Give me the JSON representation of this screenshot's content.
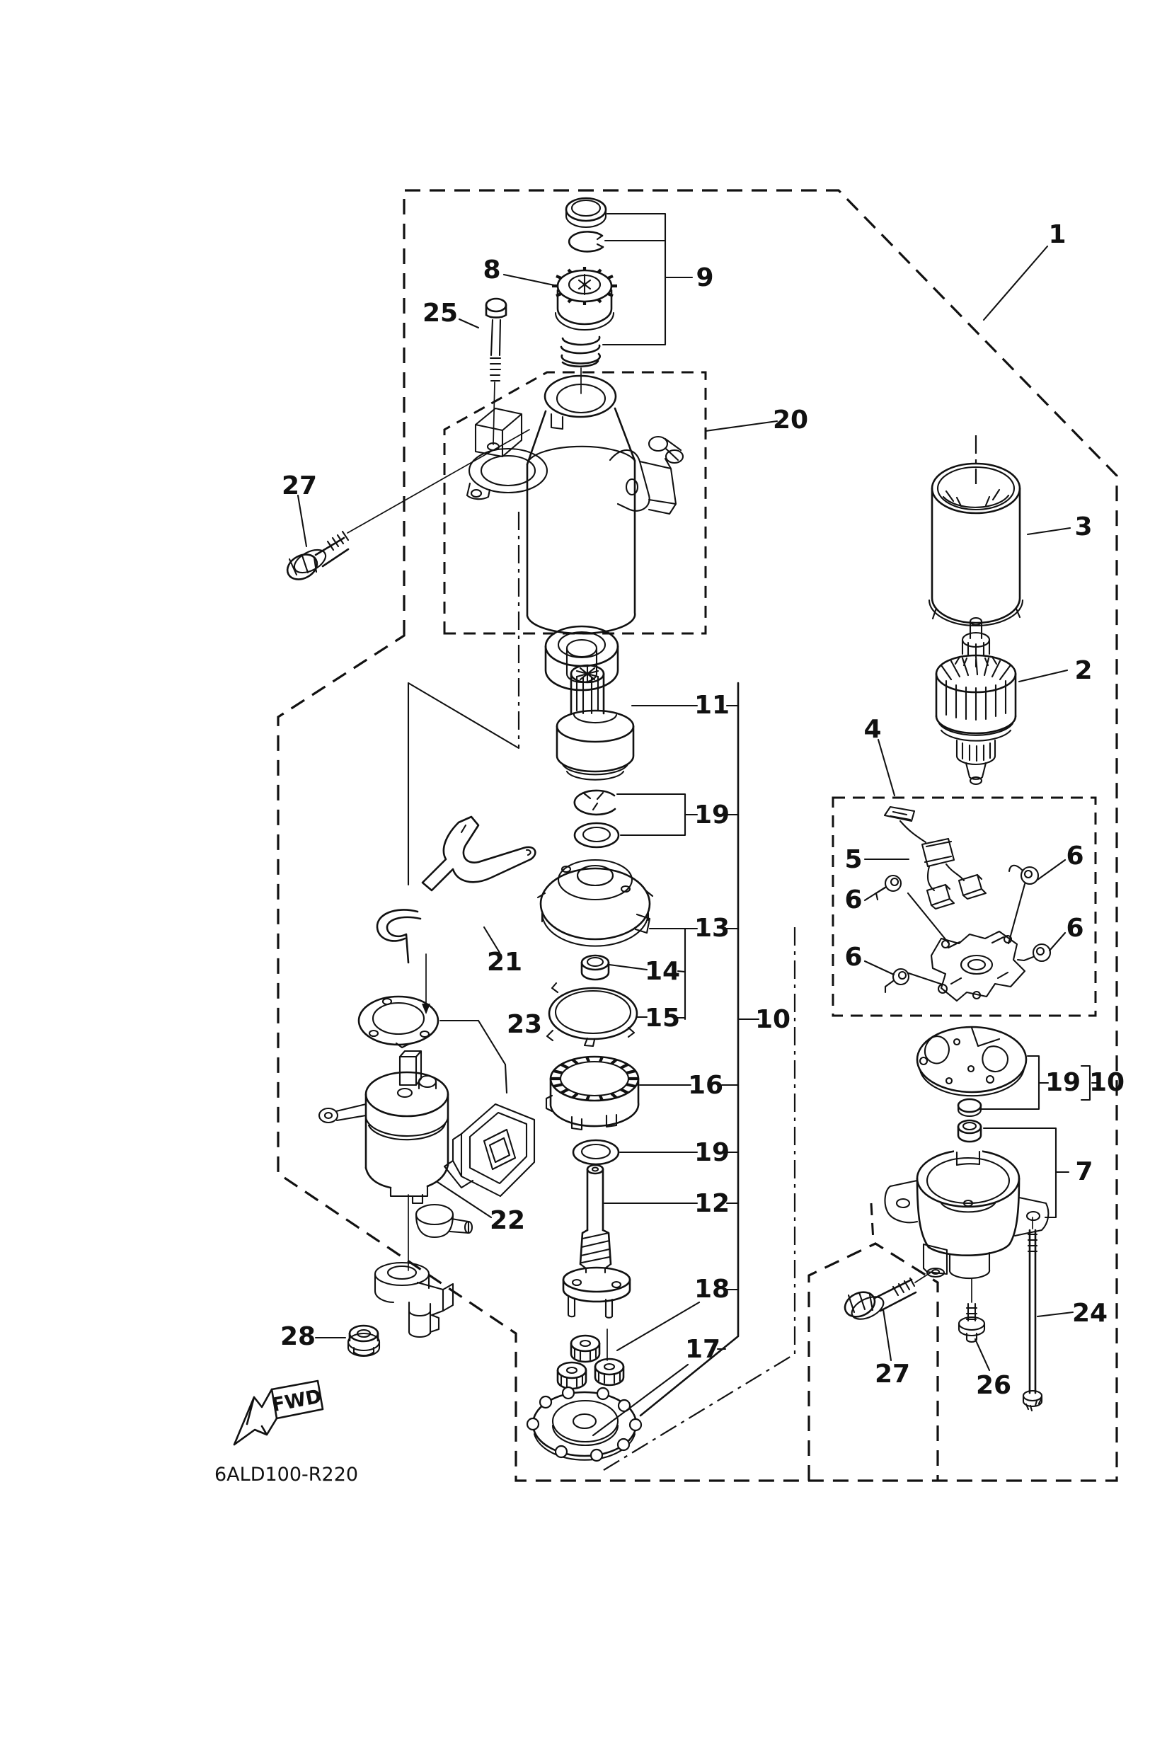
{
  "diagram": {
    "code": "6ALD100-R220",
    "fwd": "FWD",
    "line_color": "#111111",
    "background_color": "#ffffff"
  },
  "callouts": {
    "c1": "1",
    "c2": "2",
    "c3": "3",
    "c4": "4",
    "c5": "5",
    "c6": "6",
    "c7": "7",
    "c8": "8",
    "c9": "9",
    "c10": "10",
    "c11": "11",
    "c12": "12",
    "c13": "13",
    "c14": "14",
    "c15": "15",
    "c16": "16",
    "c17": "17",
    "c18": "18",
    "c19": "19",
    "c20": "20",
    "c21": "21",
    "c22": "22",
    "c23": "23",
    "c24": "24",
    "c25": "25",
    "c26": "26",
    "c27": "27",
    "c28": "28"
  }
}
